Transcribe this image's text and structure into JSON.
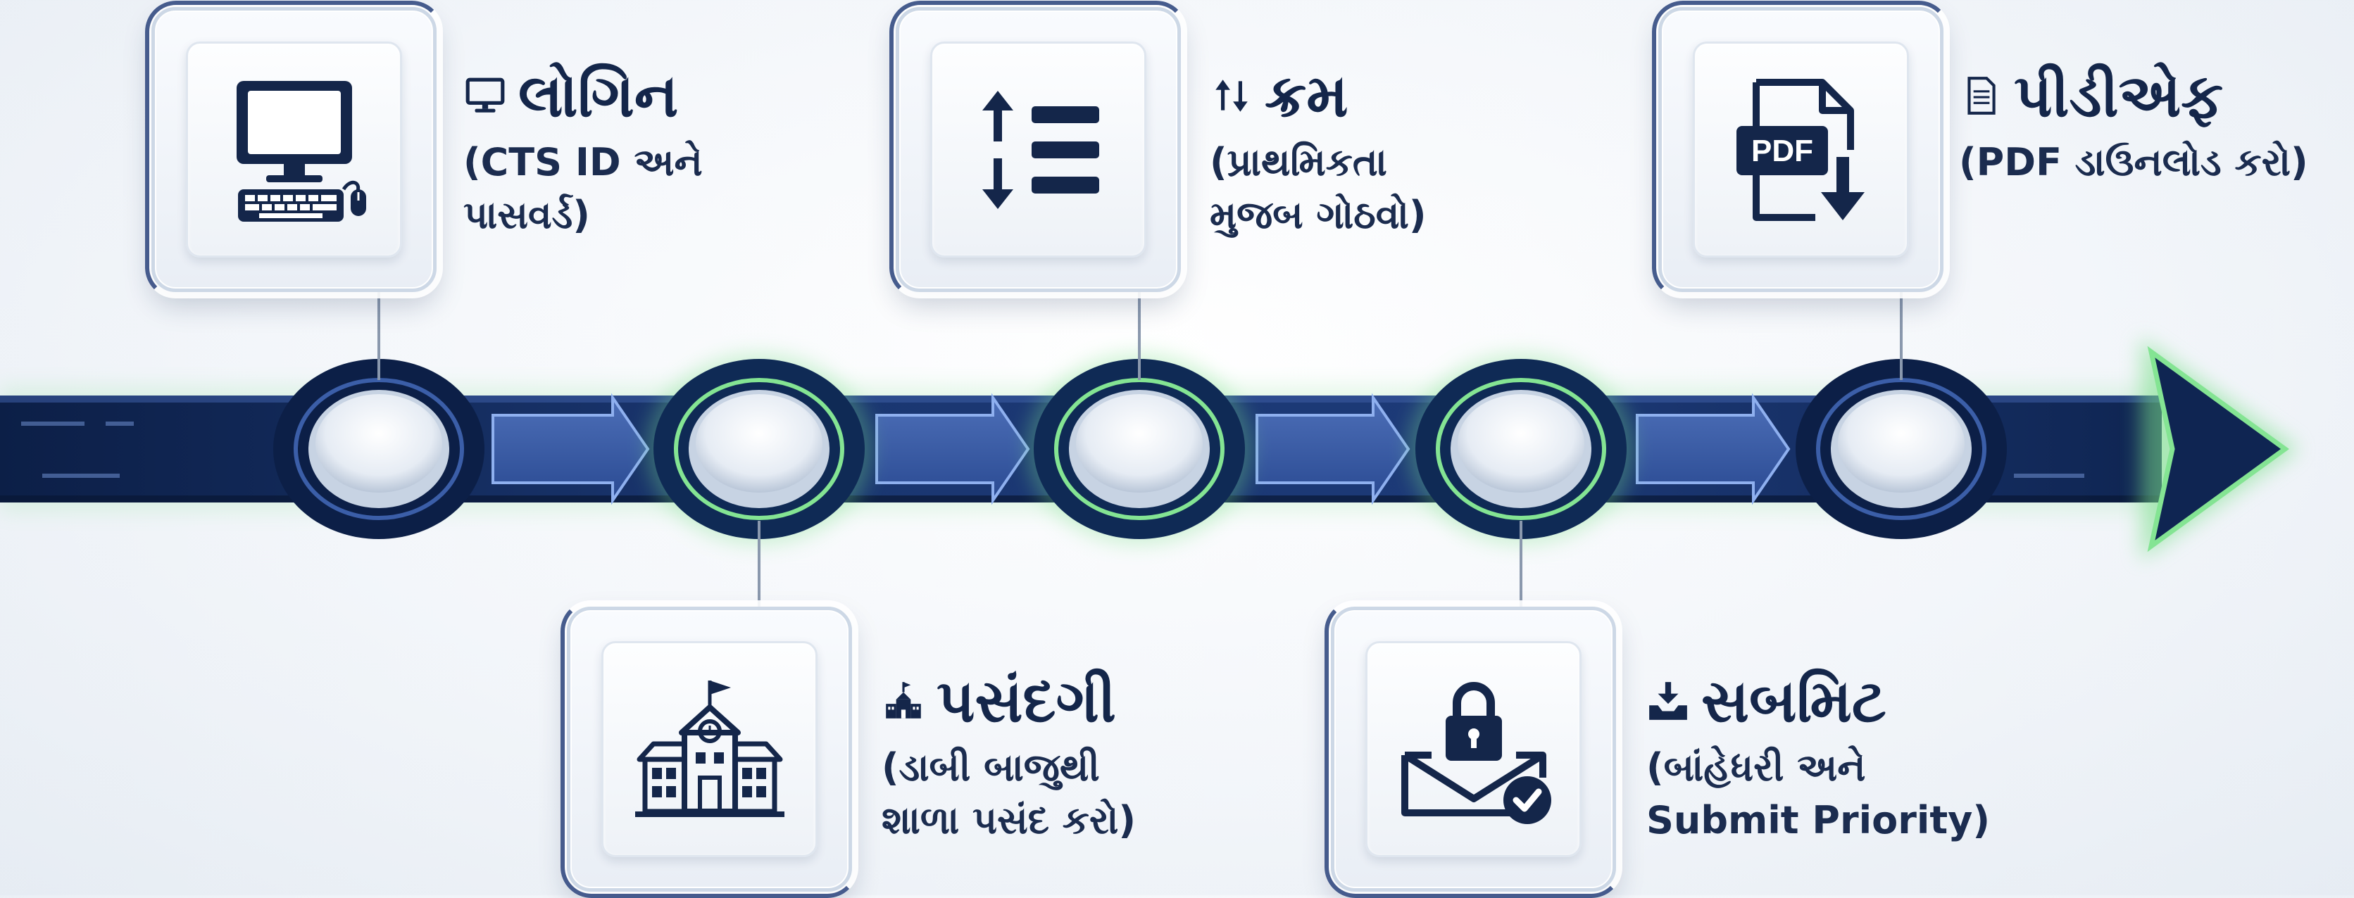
{
  "colors": {
    "navy": "#14264a",
    "arrow_dark": "#0f2552",
    "arrow_blue": "#2c4a8e",
    "glow_green": "#7be08a"
  },
  "steps": [
    {
      "icon": "desktop-computer-icon",
      "emoji": "monitor-icon",
      "title": "લોગિન",
      "subtitle": "(CTS ID અને\nપાસવર્ડ)"
    },
    {
      "icon": "school-building-icon",
      "emoji": "school-icon",
      "title": "પસંદગી",
      "subtitle": "(ડાબી બાજુથી\nશાળા પસંદ કરો)"
    },
    {
      "icon": "priority-order-icon",
      "emoji": "up-down-arrows-icon",
      "title": "ક્રમ",
      "subtitle": "(પ્રાથમિકતા\nમુજબ ગોઠવો)"
    },
    {
      "icon": "locked-mail-icon",
      "emoji": "inbox-tray-icon",
      "title": "સબમિટ",
      "subtitle": "(બાંહેધરી અને\nSubmit Priority)"
    },
    {
      "icon": "pdf-download-icon",
      "emoji": "document-icon",
      "title": "પીડીએફ",
      "subtitle": "(PDF ડાઉનલોડ કરો)"
    }
  ],
  "pdf_badge": "PDF"
}
